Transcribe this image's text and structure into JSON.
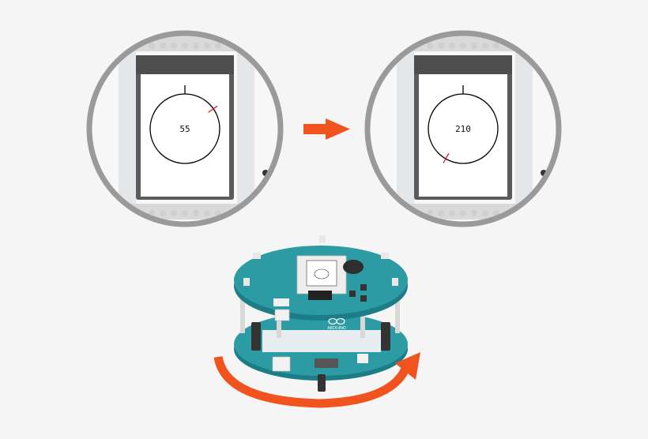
{
  "panels": [
    {
      "id": "before",
      "heading_value": "55",
      "heading_deg": 55
    },
    {
      "id": "after",
      "heading_value": "210",
      "heading_deg": 210
    }
  ],
  "transition_arrow": {
    "color": "#f0531e"
  },
  "rotation_arrow": {
    "color": "#f0531e"
  },
  "robot": {
    "logo_text": "ARDUINO",
    "board_color": "#2c9ba3",
    "board_dark": "#1d7d86"
  },
  "icons": {
    "transition_arrow": "arrow-right-icon",
    "rotation_arrow": "rotate-arrow-icon",
    "logo": "arduino-infinity-icon"
  },
  "colors": {
    "zoom_frame": "#9a9a9a",
    "screen_bezel": "#5b5b5b",
    "needle": "#e0192a",
    "arrow": "#f0531e"
  }
}
